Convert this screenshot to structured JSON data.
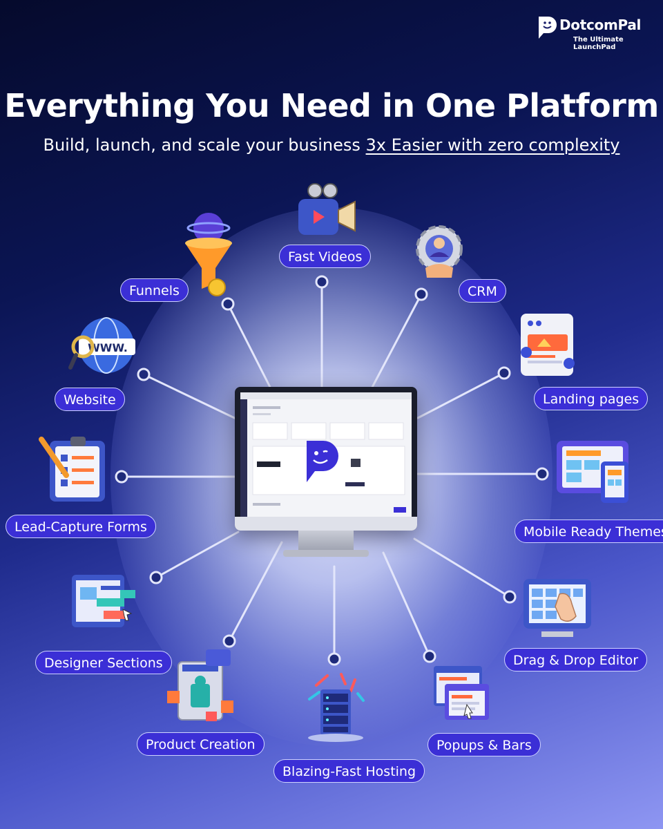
{
  "brand": {
    "name": "DotcomPal",
    "tagline": "The Ultimate LaunchPad",
    "accent": "#3b2fd6"
  },
  "headline": "Everything You Need in One Platform",
  "subheadline": {
    "prefix": "Build, launch, and scale your business ",
    "highlight": "3x Easier with zero complexity"
  },
  "features": [
    {
      "label": "Fast Videos",
      "icon": "video-camera-icon"
    },
    {
      "label": "Funnels",
      "icon": "funnel-icon"
    },
    {
      "label": "CRM",
      "icon": "crm-gear-icon"
    },
    {
      "label": "Website",
      "icon": "globe-www-icon"
    },
    {
      "label": "Landing pages",
      "icon": "landing-page-icon"
    },
    {
      "label": "Lead-Capture Forms",
      "icon": "clipboard-form-icon"
    },
    {
      "label": "Mobile Ready Themes",
      "icon": "devices-icon"
    },
    {
      "label": "Designer Sections",
      "icon": "design-sections-icon"
    },
    {
      "label": "Drag & Drop Editor",
      "icon": "drag-drop-icon"
    },
    {
      "label": "Product Creation",
      "icon": "product-creation-icon"
    },
    {
      "label": "Popups & Bars",
      "icon": "popup-window-icon"
    },
    {
      "label": "Blazing-Fast Hosting",
      "icon": "server-hosting-icon"
    }
  ]
}
